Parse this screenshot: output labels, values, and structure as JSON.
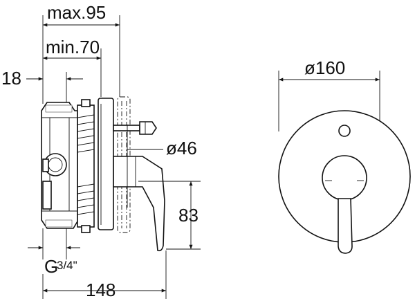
{
  "dimensions": {
    "max_depth": "max.95",
    "min_depth": "min.70",
    "offset": "18",
    "outlet_diameter": "ø46",
    "height": "83",
    "inlet_thread_prefix": "G",
    "inlet_thread_fraction": "3/4\"",
    "body_width": "148",
    "plate_diameter": "ø160"
  },
  "colors": {
    "line": "#111111",
    "background": "#ffffff"
  }
}
